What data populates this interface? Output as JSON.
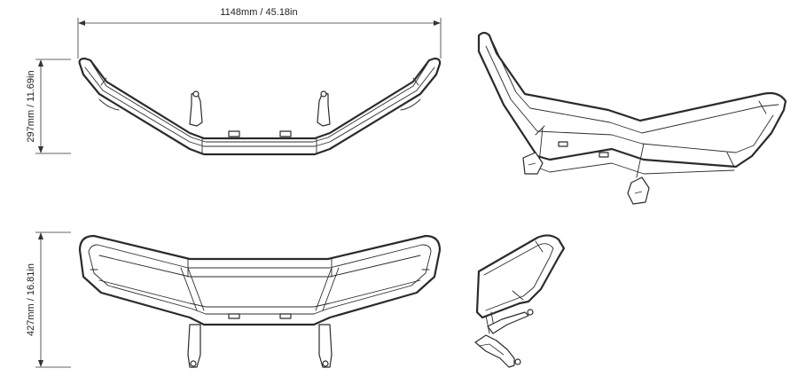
{
  "dimensions": {
    "width_label": "1148mm / 45.18in",
    "height_front_label": "297mm / 11.69in",
    "height_top_label": "427mm / 16.81in"
  },
  "views": [
    "front-view",
    "isometric-view",
    "top-view",
    "side-view"
  ]
}
